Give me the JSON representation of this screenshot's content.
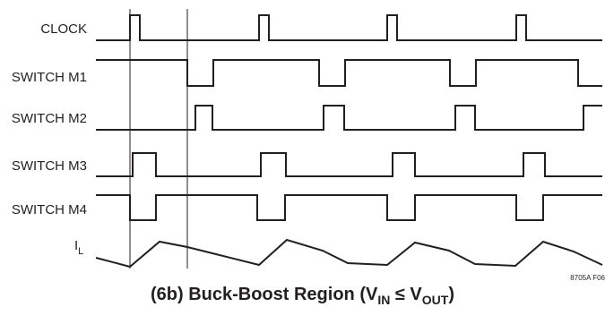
{
  "signals": [
    {
      "label": "CLOCK"
    },
    {
      "label": "SWITCH M1"
    },
    {
      "label": "SWITCH M2"
    },
    {
      "label": "SWITCH M3"
    },
    {
      "label": "SWITCH M4"
    },
    {
      "label_main": "I",
      "label_sub": "L"
    }
  ],
  "figure_id": "8705A F06",
  "caption": {
    "prefix": "(6b) Buck-Boost Region (V",
    "sub1": "IN",
    "mid": " ≤ V",
    "sub2": "OUT",
    "suffix": ")"
  },
  "colors": {
    "line": "#231f20",
    "text": "#231f20"
  }
}
